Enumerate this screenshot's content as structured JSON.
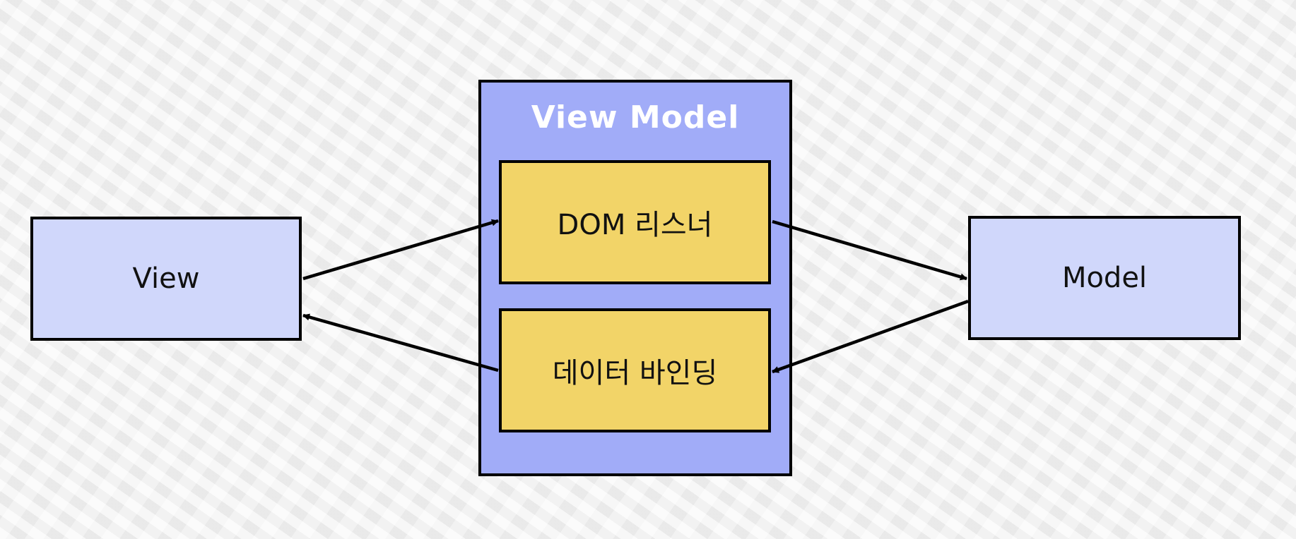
{
  "diagram": {
    "nodes": {
      "view": {
        "label": "View"
      },
      "view_model": {
        "label": "View Model"
      },
      "dom_listener": {
        "label": "DOM 리스너"
      },
      "data_binding": {
        "label": "데이터 바인딩"
      },
      "model": {
        "label": "Model"
      }
    },
    "edges": [
      {
        "from": "view",
        "to": "dom_listener"
      },
      {
        "from": "dom_listener",
        "to": "model"
      },
      {
        "from": "model",
        "to": "data_binding"
      },
      {
        "from": "data_binding",
        "to": "view"
      }
    ]
  },
  "colors": {
    "outer_box_fill": "#a1acf8",
    "side_box_fill": "#d0d7fb",
    "inner_box_fill": "#f2d468",
    "stroke": "#000000",
    "background": "#f2f2f2"
  }
}
